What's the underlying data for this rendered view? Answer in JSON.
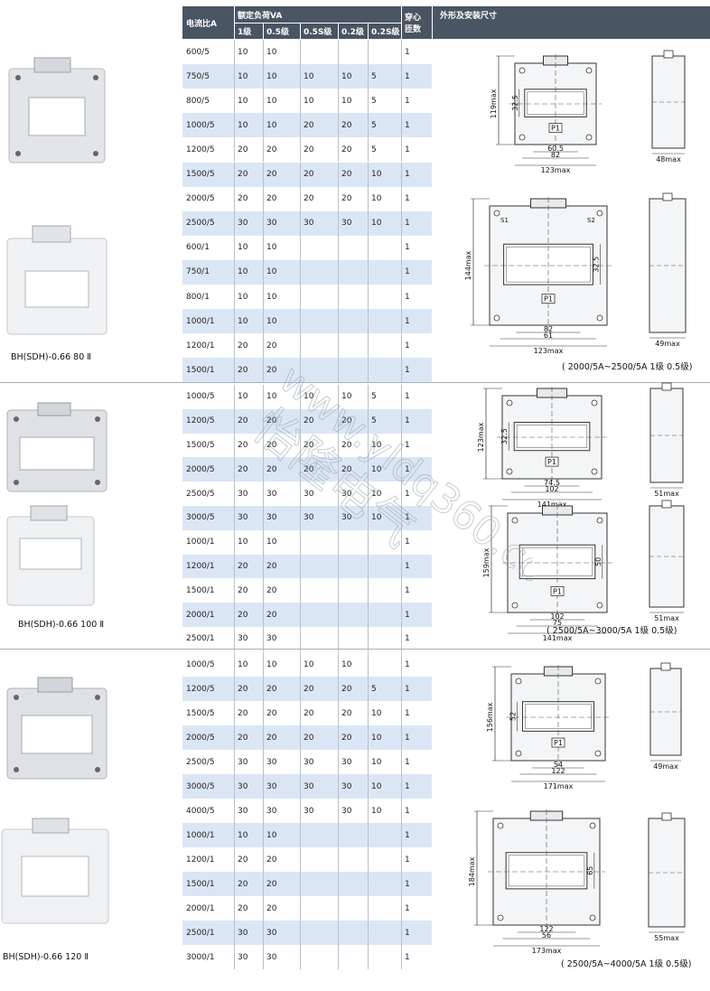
{
  "header": {
    "ratio_label": "电流比A",
    "load_label": "额定负荷VA",
    "grades": [
      "1级",
      "0.5级",
      "0.5S级",
      "0.2级",
      "0.2S级"
    ],
    "turns_label_line1": "穿心",
    "turns_label_line2": "匝数",
    "dims_label": "外形及安装尺寸"
  },
  "sections": [
    {
      "model": "BH(SDH)-0.66 80 Ⅱ",
      "note": "( 2000/5A~2500/5A 1级 0.5级)",
      "rows": [
        [
          "600/5",
          "10",
          "10",
          "",
          "",
          "",
          "1"
        ],
        [
          "750/5",
          "10",
          "10",
          "10",
          "10",
          "5",
          "1"
        ],
        [
          "800/5",
          "10",
          "10",
          "10",
          "10",
          "5",
          "1"
        ],
        [
          "1000/5",
          "10",
          "10",
          "20",
          "20",
          "5",
          "1"
        ],
        [
          "1200/5",
          "20",
          "20",
          "20",
          "20",
          "5",
          "1"
        ],
        [
          "1500/5",
          "20",
          "20",
          "20",
          "20",
          "10",
          "1"
        ],
        [
          "2000/5",
          "20",
          "20",
          "20",
          "20",
          "10",
          "1"
        ],
        [
          "2500/5",
          "30",
          "30",
          "30",
          "30",
          "10",
          "1"
        ],
        [
          "600/1",
          "10",
          "10",
          "",
          "",
          "",
          "1"
        ],
        [
          "750/1",
          "10",
          "10",
          "",
          "",
          "",
          "1"
        ],
        [
          "800/1",
          "10",
          "10",
          "",
          "",
          "",
          "1"
        ],
        [
          "1000/1",
          "10",
          "10",
          "",
          "",
          "",
          "1"
        ],
        [
          "1200/1",
          "20",
          "20",
          "",
          "",
          "",
          "1"
        ],
        [
          "1500/1",
          "20",
          "20",
          "",
          "",
          "",
          "1"
        ]
      ],
      "drawings": [
        {
          "height": "119max",
          "window": "32.5",
          "w1": "60.5",
          "w2": "82",
          "w3": "123max",
          "side": "48max",
          "p1": "P1"
        },
        {
          "height": "144max",
          "window": "32.5",
          "w1": "82",
          "w2": "61",
          "w3": "123max",
          "side": "49max",
          "p1": "P1",
          "s1": "S1",
          "s2": "S2"
        }
      ]
    },
    {
      "model": "BH(SDH)-0.66 100 Ⅱ",
      "note": "( 2500/5A~3000/5A 1级 0.5级)",
      "rows": [
        [
          "1000/5",
          "10",
          "10",
          "10",
          "10",
          "5",
          "1"
        ],
        [
          "1200/5",
          "20",
          "20",
          "20",
          "20",
          "5",
          "1"
        ],
        [
          "1500/5",
          "20",
          "20",
          "20",
          "20",
          "10",
          "1"
        ],
        [
          "2000/5",
          "20",
          "20",
          "20",
          "20",
          "10",
          "1"
        ],
        [
          "2500/5",
          "30",
          "30",
          "30",
          "30",
          "10",
          "1"
        ],
        [
          "3000/5",
          "30",
          "30",
          "30",
          "30",
          "10",
          "1"
        ],
        [
          "1000/1",
          "10",
          "10",
          "",
          "",
          "",
          "1"
        ],
        [
          "1200/1",
          "20",
          "20",
          "",
          "",
          "",
          "1"
        ],
        [
          "1500/1",
          "20",
          "20",
          "",
          "",
          "",
          "1"
        ],
        [
          "2000/1",
          "20",
          "20",
          "",
          "",
          "",
          "1"
        ],
        [
          "2500/1",
          "30",
          "30",
          "",
          "",
          "",
          "1"
        ]
      ],
      "drawings": [
        {
          "height": "123max",
          "window": "32.5",
          "w1": "74.5",
          "w2": "102",
          "w3": "141max",
          "side": "51max",
          "p1": "P1"
        },
        {
          "height": "159max",
          "window": "50",
          "w1": "102",
          "w2": "75",
          "w3": "141max",
          "side": "51max",
          "p1": "P1"
        }
      ]
    },
    {
      "model": "BH(SDH)-0.66 120 Ⅱ",
      "note": "( 2500/5A~4000/5A 1级 0.5级)",
      "rows": [
        [
          "1000/5",
          "10",
          "10",
          "10",
          "10",
          "",
          "1"
        ],
        [
          "1200/5",
          "20",
          "20",
          "20",
          "20",
          "5",
          "1"
        ],
        [
          "1500/5",
          "20",
          "20",
          "20",
          "20",
          "10",
          "1"
        ],
        [
          "2000/5",
          "20",
          "20",
          "20",
          "20",
          "10",
          "1"
        ],
        [
          "2500/5",
          "30",
          "30",
          "30",
          "30",
          "10",
          "1"
        ],
        [
          "3000/5",
          "30",
          "30",
          "30",
          "30",
          "10",
          "1"
        ],
        [
          "4000/5",
          "30",
          "30",
          "30",
          "30",
          "10",
          "1"
        ],
        [
          "1000/1",
          "10",
          "10",
          "",
          "",
          "",
          "1"
        ],
        [
          "1200/1",
          "20",
          "20",
          "",
          "",
          "",
          "1"
        ],
        [
          "1500/1",
          "20",
          "20",
          "",
          "",
          "",
          "1"
        ],
        [
          "2000/1",
          "20",
          "20",
          "",
          "",
          "",
          "1"
        ],
        [
          "2500/1",
          "30",
          "30",
          "",
          "",
          "",
          "1"
        ],
        [
          "3000/1",
          "30",
          "30",
          "",
          "",
          "",
          "1"
        ]
      ],
      "drawings": [
        {
          "height": "156max",
          "window": "52",
          "w1": "54",
          "w2": "122",
          "w3": "171max",
          "side": "49max",
          "p1": "P1"
        },
        {
          "height": "184max",
          "window": "65",
          "w1": "122",
          "w2": "56",
          "w3": "173max",
          "side": "55max",
          "p1": ""
        }
      ]
    }
  ],
  "watermark": {
    "latin": "www.yldq360.com",
    "chinese": "怡隆电气"
  },
  "colors": {
    "header": "#4a5563",
    "row_alt": "#dbe6f5",
    "row": "#ffffff",
    "line": "#8c96a3"
  }
}
